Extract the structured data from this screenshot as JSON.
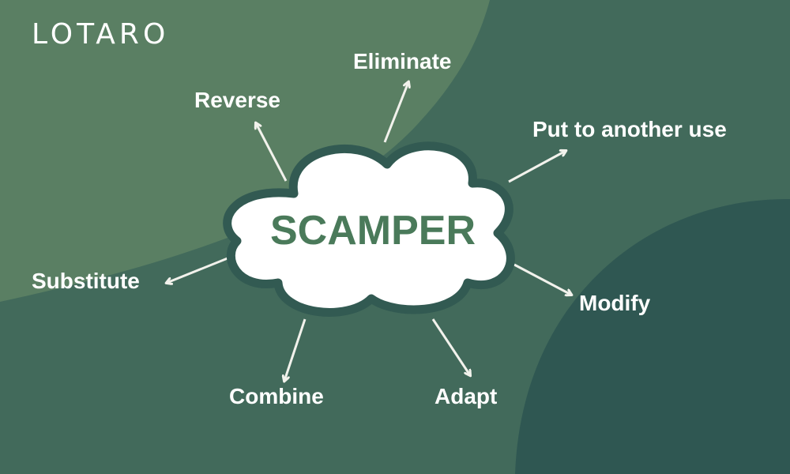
{
  "brand": {
    "logo_text": "LOTARO"
  },
  "diagram": {
    "center": "SCAMPER",
    "branches": [
      {
        "id": "eliminate",
        "label": "Eliminate"
      },
      {
        "id": "reverse",
        "label": "Reverse"
      },
      {
        "id": "put-to-another-use",
        "label": "Put to another use"
      },
      {
        "id": "substitute",
        "label": "Substitute"
      },
      {
        "id": "modify",
        "label": "Modify"
      },
      {
        "id": "combine",
        "label": "Combine"
      },
      {
        "id": "adapt",
        "label": "Adapt"
      }
    ]
  },
  "colors": {
    "background_light": "#5a7f63",
    "background_mid": "#426a5b",
    "background_dark": "#2f5752",
    "cloud_fill": "#ffffff",
    "cloud_outline": "#325a52",
    "center_text": "#4a7a5a",
    "label_text": "#ffffff",
    "arrow": "#f2f2ec"
  }
}
